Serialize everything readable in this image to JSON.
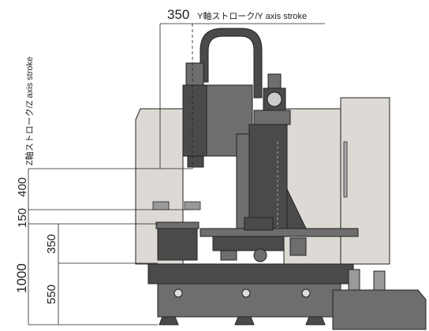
{
  "labels": {
    "y_stroke_value": "350",
    "y_stroke_caption": "Y軸ストローク/Y axis stroke",
    "z_stroke_caption": "Z軸ストローク/Z axis stroke",
    "z_stroke_value": "400",
    "gap_value": "150",
    "table_height_value": "350",
    "base_height_value": "550",
    "total_height_value": "1000"
  },
  "colors": {
    "enclosure": "#ddd9d4",
    "machine_dark": "#4a4a4a",
    "machine_mid": "#6e6e6e",
    "machine_light": "#9a9a9a",
    "line": "#222222"
  }
}
